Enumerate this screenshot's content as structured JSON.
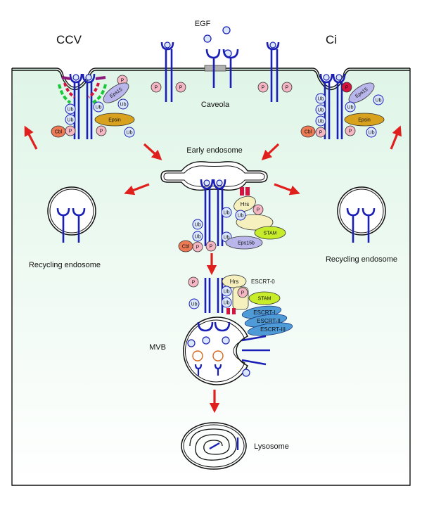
{
  "labels": {
    "ccv": "CCV",
    "ci": "Ci",
    "egf": "EGF",
    "caveola": "Caveola",
    "early_endosome": "Early endosome",
    "recycling_left": "Recycling endosome",
    "recycling_right": "Recycling endosome",
    "mvb": "MVB",
    "lysosome": "Lysosome",
    "escrt0": "ESCRT-0",
    "escrt1": "ESCRT-I",
    "escrt2": "ESCRT-II",
    "escrt3": "ESCRT-III"
  },
  "proteins": {
    "p": "P",
    "ub": "Ub",
    "cbl": "Cbl",
    "eps15": "Eps15",
    "eps15b": "Eps15b",
    "epsin": "Epsin",
    "hrs": "Hrs",
    "stam": "STAM"
  },
  "colors": {
    "receptor": "#1a1fb5",
    "arrow": "#e0201c",
    "cytoplasm": "#eaf8ef",
    "p_fill": "#f6b7c4",
    "ub_fill": "#d9e6fb",
    "cbl_fill": "#ec7a55",
    "eps15_fill": "#b9b6ec",
    "epsin_fill": "#d9a21e",
    "hrs_fill": "#f6f0bf",
    "stam_fill": "#c6ec2a",
    "escrt_fill": "#4f9bd8",
    "clathrin_green": "#19c63a",
    "clathrin_red": "#d8123e",
    "adaptor_purple": "#8c1a7a"
  }
}
